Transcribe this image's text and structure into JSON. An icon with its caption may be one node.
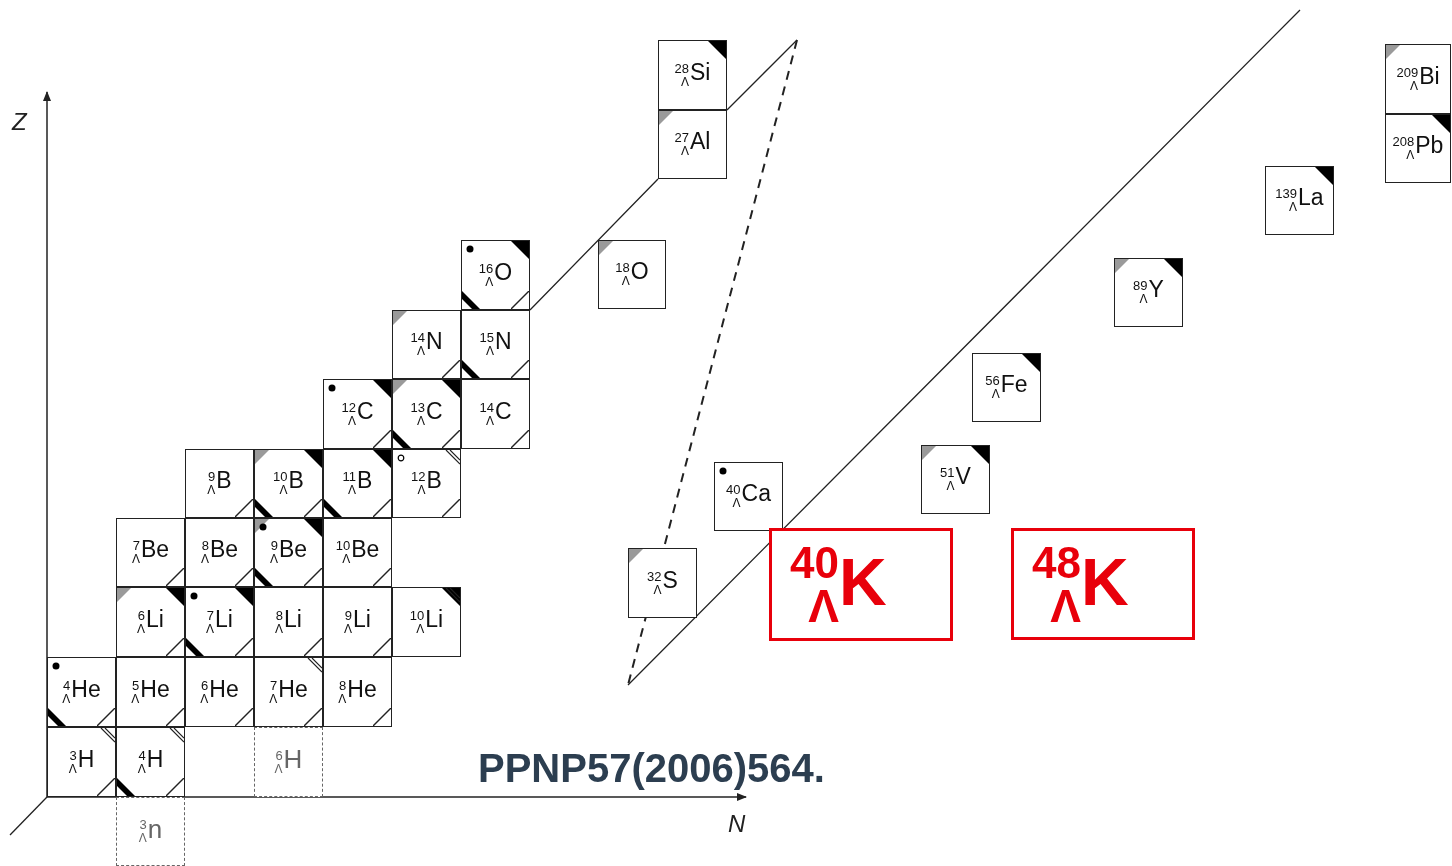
{
  "diagram": {
    "nodes": [
      {
        "text": [
          "28",
          "Λ",
          "Si"
        ]
      },
      {
        "text": [
          "27",
          "Λ",
          "Al"
        ]
      },
      {
        "text": [
          "209",
          "Λ",
          "Bi"
        ]
      },
      {
        "text": [
          "208",
          "Λ",
          "Pb"
        ]
      },
      {
        "text": [
          "139",
          "Λ",
          "La"
        ]
      },
      {
        "text": [
          "16",
          "Λ",
          "O"
        ]
      },
      {
        "text": [
          "18",
          "Λ",
          "O"
        ]
      },
      {
        "text": [
          "89",
          "Λ",
          "Y"
        ]
      },
      {
        "text": [
          "14",
          "Λ",
          "N"
        ]
      },
      {
        "text": [
          "15",
          "Λ",
          "N"
        ]
      },
      {
        "text": [
          "56",
          "Λ",
          "Fe"
        ]
      },
      {
        "text": [
          "12",
          "Λ",
          "C"
        ]
      },
      {
        "text": [
          "13",
          "Λ",
          "C"
        ]
      },
      {
        "text": [
          "14",
          "Λ",
          "C"
        ]
      },
      {
        "text": [
          "9",
          "Λ",
          "B"
        ]
      },
      {
        "text": [
          "10",
          "Λ",
          "B"
        ]
      },
      {
        "text": [
          "11",
          "Λ",
          "B"
        ]
      },
      {
        "text": [
          "12",
          "Λ",
          "B"
        ]
      },
      {
        "text": [
          "51",
          "Λ",
          "V"
        ]
      },
      {
        "text": [
          "40",
          "Λ",
          "Ca"
        ]
      },
      {
        "text": [
          "7",
          "Λ",
          "Be"
        ]
      },
      {
        "text": [
          "8",
          "Λ",
          "Be"
        ]
      },
      {
        "text": [
          "9",
          "Λ",
          "Be"
        ]
      },
      {
        "text": [
          "10",
          "Λ",
          "Be"
        ]
      },
      {
        "text": [
          "40",
          "Λ",
          "K"
        ]
      },
      {
        "text": [
          "48",
          "Λ",
          "K"
        ]
      },
      {
        "text": [
          "32",
          "Λ",
          "S"
        ]
      },
      {
        "text": [
          "6",
          "Λ",
          "Li"
        ]
      },
      {
        "text": [
          "7",
          "Λ",
          "Li"
        ]
      },
      {
        "text": [
          "8",
          "Λ",
          "Li"
        ]
      },
      {
        "text": [
          "9",
          "Λ",
          "Li"
        ]
      },
      {
        "text": [
          "10",
          "Λ",
          "Li"
        ]
      },
      {
        "text": [
          "4",
          "Λ",
          "He"
        ]
      },
      {
        "text": [
          "5",
          "Λ",
          "He"
        ]
      },
      {
        "text": [
          "6",
          "Λ",
          "He"
        ]
      },
      {
        "text": [
          "7",
          "Λ",
          "He"
        ]
      },
      {
        "text": [
          "8",
          "Λ",
          "He"
        ]
      },
      {
        "text": [
          "3",
          "Λ",
          "H"
        ]
      },
      {
        "text": [
          "4",
          "Λ",
          "H"
        ]
      },
      {
        "text": [
          "6",
          "Λ",
          "H"
        ]
      },
      {
        "text": [
          "3",
          "Λ",
          "n"
        ]
      }
    ],
    "labels": [
      "Z",
      "PPNP57(2006)564.",
      "N"
    ]
  }
}
